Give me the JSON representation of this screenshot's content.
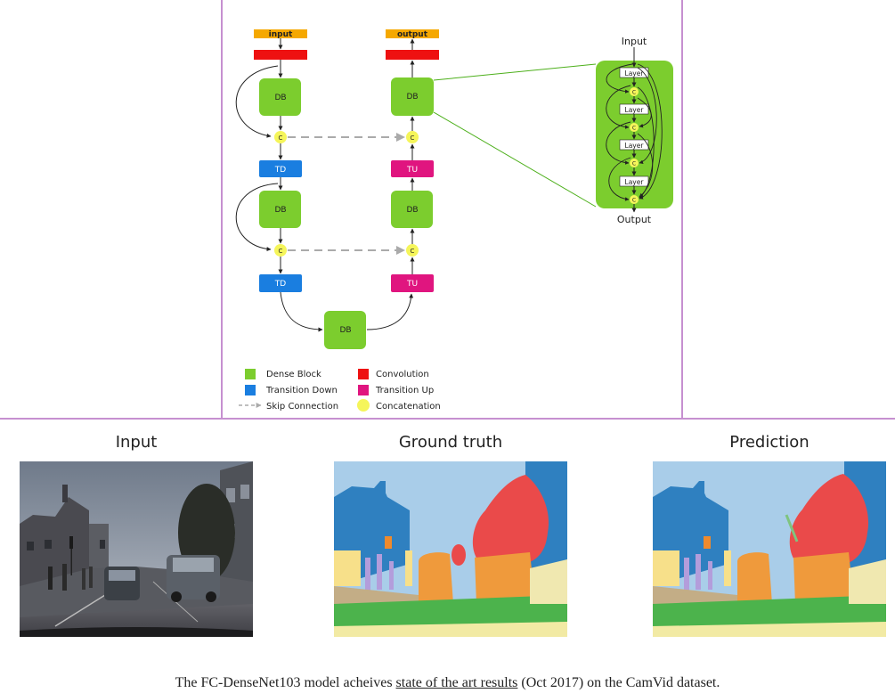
{
  "diagram": {
    "input_label": "input",
    "output_label": "output",
    "dense_block_label": "DB",
    "transition_down_label": "TD",
    "transition_up_label": "TU",
    "concat_label": "C",
    "detail": {
      "input_label": "Input",
      "output_label": "Output",
      "layer_label": "Layer",
      "concat_label": "C"
    },
    "legend": {
      "dense_block": "Dense Block",
      "transition_down": "Transition Down",
      "skip_connection": "Skip Connection",
      "convolution": "Convolution",
      "transition_up": "Transition Up",
      "concatenation": "Concatenation"
    },
    "colors": {
      "dense_block": "#7ccd2e",
      "transition_down": "#1a7ee0",
      "transition_up": "#e0157f",
      "convolution": "#ee1111",
      "concatenation": "#f5f55a",
      "io_bar": "#f5a800",
      "frame_border": "#c690d0"
    }
  },
  "panels": {
    "input_title": "Input",
    "ground_truth_title": "Ground truth",
    "prediction_title": "Prediction"
  },
  "caption": {
    "before": "The FC-DenseNet103 model acheives ",
    "link": "state of the art results",
    "after": " (Oct 2017) on the CamVid dataset."
  }
}
